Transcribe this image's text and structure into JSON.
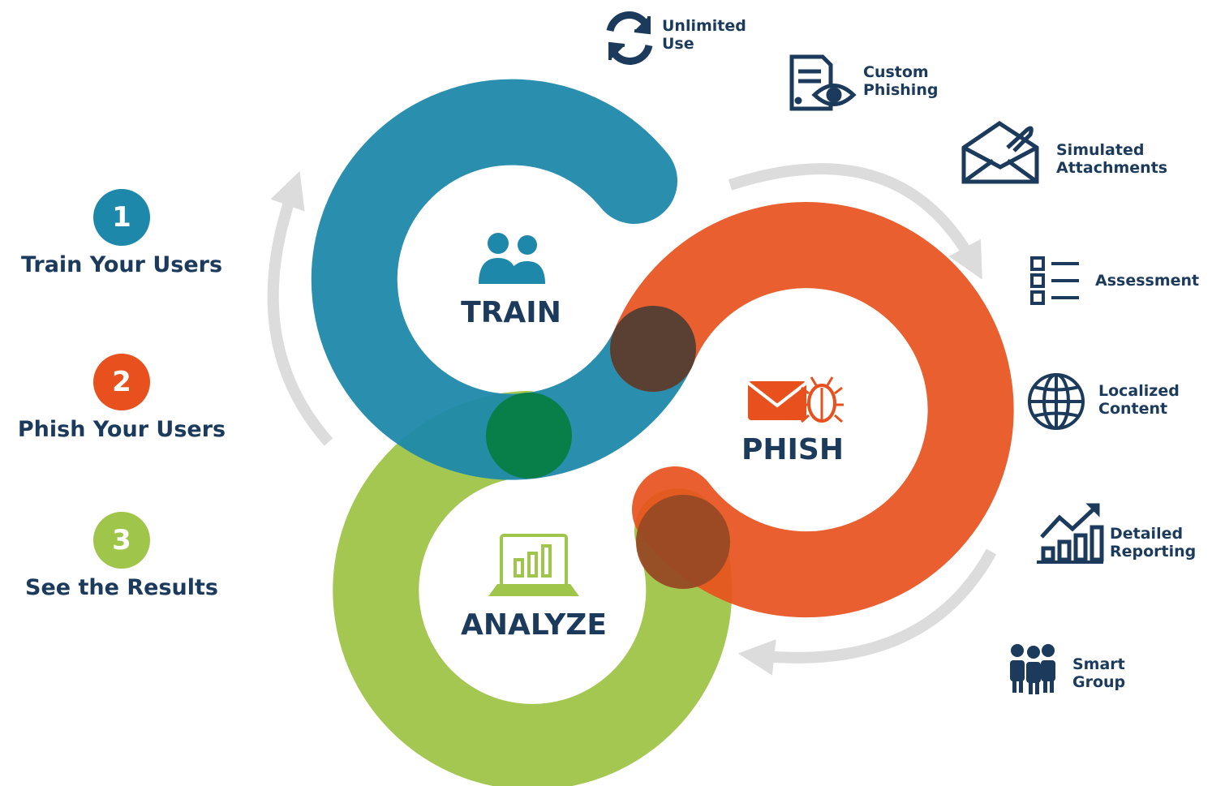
{
  "colors": {
    "train": "#1d88aa",
    "phish": "#e8511d",
    "analyze": "#a0c54b",
    "navy": "#1b3a5c",
    "arrow": "#dcdcdc"
  },
  "steps": [
    {
      "number": "1",
      "label": "Train Your Users",
      "color": "#1d88aa"
    },
    {
      "number": "2",
      "label": "Phish Your Users",
      "color": "#e8511d"
    },
    {
      "number": "3",
      "label": "See the Results",
      "color": "#a0c54b"
    }
  ],
  "rings": {
    "train": {
      "label": "TRAIN",
      "icon": "users-icon"
    },
    "phish": {
      "label": "PHISH",
      "icon": "phish-mail-bug-icon"
    },
    "analyze": {
      "label": "ANALYZE",
      "icon": "laptop-chart-icon"
    }
  },
  "features": [
    {
      "label": "Unlimited\nUse",
      "icon": "refresh-icon"
    },
    {
      "label": "Custom\nPhishing",
      "icon": "document-eye-icon"
    },
    {
      "label": "Simulated\nAttachments",
      "icon": "envelope-attachment-icon"
    },
    {
      "label": "Assessment",
      "icon": "checklist-icon"
    },
    {
      "label": "Localized\nContent",
      "icon": "globe-icon"
    },
    {
      "label": "Detailed\nReporting",
      "icon": "bar-chart-trend-icon"
    },
    {
      "label": "Smart\nGroup",
      "icon": "group-icon"
    }
  ]
}
